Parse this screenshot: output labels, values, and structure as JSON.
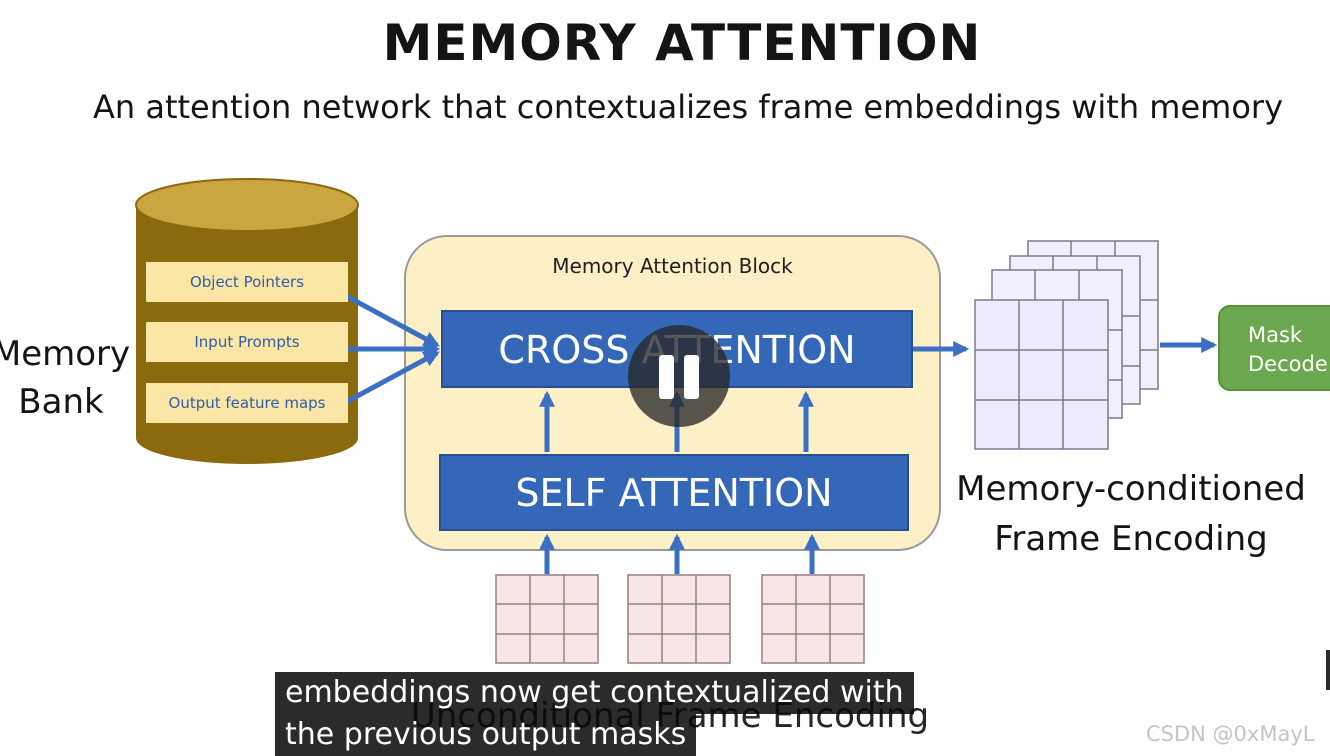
{
  "title": "MEMORY ATTENTION",
  "subtitle": "An attention network that contextualizes frame embeddings with memory",
  "memory_bank": {
    "label": "Memory Bank",
    "items": [
      "Object Pointers",
      "Input Prompts",
      "Output feature maps"
    ]
  },
  "block": {
    "title": "Memory Attention Block",
    "cross_attention": "CROSS ATTENTION",
    "self_attention": "SELF ATTENTION"
  },
  "output_label": "Memory-conditioned Frame Encoding",
  "mask_decoder": "Mask\nDecode",
  "input_label": "Unconditional Frame Encoding",
  "caption": {
    "line1": "embeddings now get contextualized with",
    "line2": "the previous output masks"
  },
  "watermark": "CSDN @0xMayL",
  "player": {
    "control": "pause-icon"
  },
  "colors": {
    "bank_drum": "#8a6a0d",
    "bank_item": "#fbe6a6",
    "block_bg": "#fdf0c6",
    "attention_blue": "#3567b9",
    "arrow_blue": "#3a6fc4",
    "grid_pink": "#f7e6e6",
    "grid_lavender": "#eee9fb",
    "mask_green": "#6ba84f"
  }
}
